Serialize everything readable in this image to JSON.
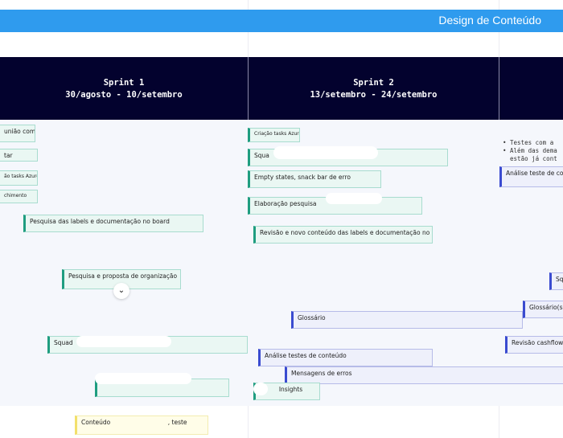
{
  "banner": {
    "title": "Design de Conteúdo",
    "color": "#2f9bee"
  },
  "sprints": [
    {
      "name": "Sprint 1",
      "dates": "30/agosto - 10/setembro"
    },
    {
      "name": "Sprint 2",
      "dates": "13/setembro - 24/setembro"
    }
  ],
  "notes": [
    "• Testes com a",
    "• Além das dema",
    "  estão já cont"
  ],
  "cards": [
    {
      "label": "união com",
      "type": "g"
    },
    {
      "label": "tar",
      "type": "g"
    },
    {
      "label": "ão tasks Azure",
      "type": "g s"
    },
    {
      "label": "chimento",
      "type": "g s"
    },
    {
      "label": "Pesquisa das labels e documentação no board",
      "type": "g"
    },
    {
      "label": "Pesquisa e proposta de organização",
      "type": "g"
    },
    {
      "label": "Squad",
      "type": "g"
    },
    {
      "label": "",
      "type": "g"
    },
    {
      "label": "Conteúdo                              , teste",
      "type": "y"
    },
    {
      "label": "Criação tasks Azure",
      "type": "g s"
    },
    {
      "label": "Squa",
      "type": "g"
    },
    {
      "label": "Empty states, snack bar de erro",
      "type": "g"
    },
    {
      "label": "Elaboração pesquisa",
      "type": "g"
    },
    {
      "label": "Revisão e novo conteúdo das labels e documentação no",
      "type": "g"
    },
    {
      "label": "Glossário",
      "type": "p"
    },
    {
      "label": "Análise testes de conteúdo",
      "type": "p"
    },
    {
      "label": "Mensagens de erros",
      "type": "p"
    },
    {
      "label": "          Insights",
      "type": "g"
    },
    {
      "label": "Análise teste de conte",
      "type": "p"
    },
    {
      "label": "Squ",
      "type": "p"
    },
    {
      "label": "Glossário(sep",
      "type": "p"
    },
    {
      "label": "Revisão cashflow(in",
      "type": "p"
    }
  ]
}
